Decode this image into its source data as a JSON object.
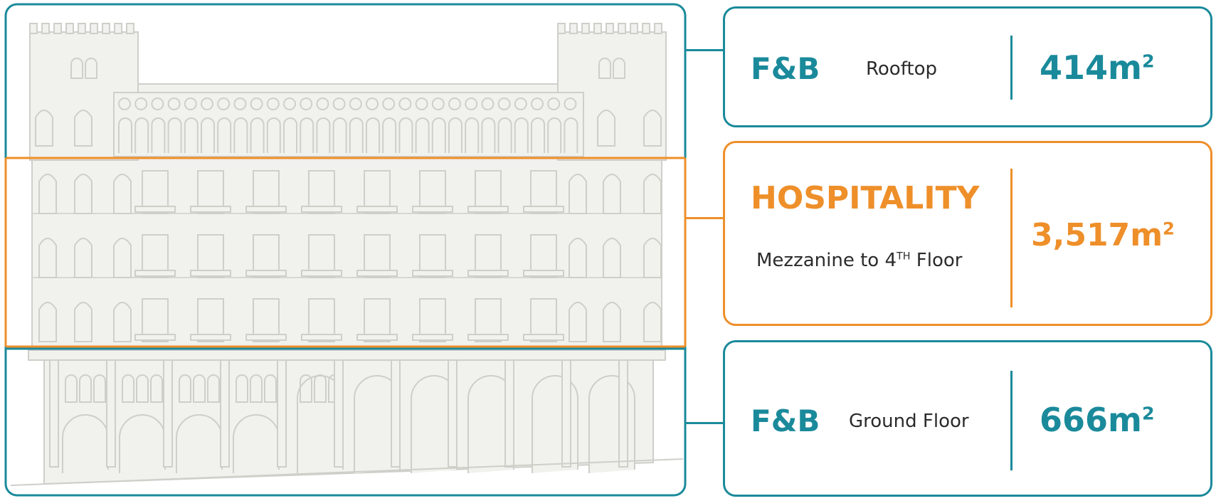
{
  "colors": {
    "teal": "#1a8a9b",
    "orange": "#ee8f2a",
    "building_fill": "#f1f1ed",
    "building_stroke": "#cfcfca"
  },
  "sections": [
    {
      "id": "rooftop",
      "category": "F&B",
      "floor": "Rooftop",
      "area": "414",
      "unit": "m",
      "unit_sup": "2",
      "color_key": "teal"
    },
    {
      "id": "hospitality",
      "category": "HOSPITALITY",
      "floor": "Mezzanine to 4",
      "floor_sup": "TH",
      "floor_suffix": " Floor",
      "area": "3,517",
      "unit": "m",
      "unit_sup": "2",
      "color_key": "orange"
    },
    {
      "id": "ground",
      "category": "F&B",
      "floor": "Ground Floor",
      "area": "666",
      "unit": "m",
      "unit_sup": "2",
      "color_key": "teal"
    }
  ]
}
